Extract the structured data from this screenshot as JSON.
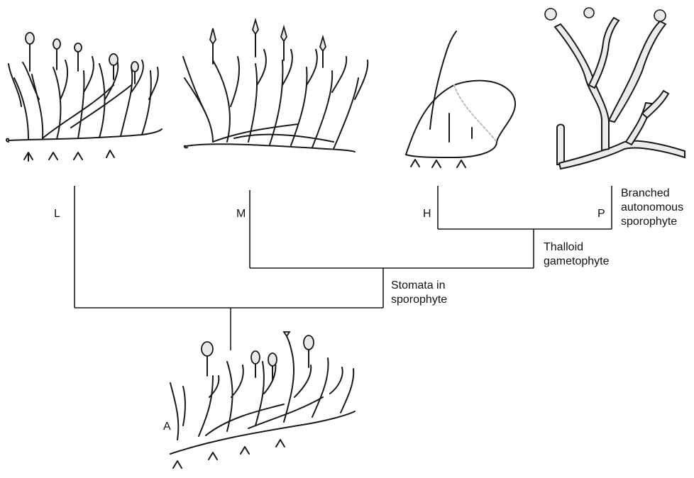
{
  "taxa": {
    "L": "L",
    "M": "M",
    "H": "H",
    "P": "P",
    "A": "A"
  },
  "characters": {
    "stomata": "Stomata in\nsporophyte",
    "thalloid": "Thalloid\ngametophyte",
    "branched": "Branched\nautonomous\nsporophyte"
  },
  "colors": {
    "line": "#1a1a1a",
    "stipple": "#bdbdbd",
    "fill": "#e9e9e9"
  }
}
